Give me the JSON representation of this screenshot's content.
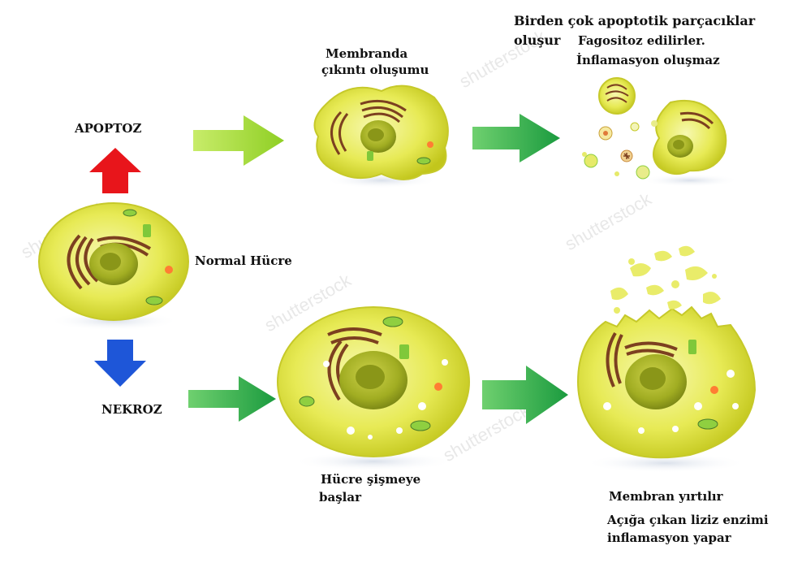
{
  "labels": {
    "apoptoz": "APOPTOZ",
    "nekroz": "NEKROZ",
    "normal_cell": "Normal Hücre",
    "membrane_blebbing_1": "Membranda",
    "membrane_blebbing_2": "çıkıntı oluşumu",
    "fragments_1": "Birden çok apoptotik parçacıklar",
    "fragments_2": "oluşur",
    "phago_1": "Fagositoz edilirler.",
    "phago_2": "İnflamasyon oluşmaz",
    "swelling_1": "Hücre şişmeye",
    "swelling_2": "başlar",
    "rupture": "Membran yırtılır",
    "enzyme_1": "Açığa çıkan liziz enzimi",
    "enzyme_2": "inflamasyon yapar"
  },
  "colors": {
    "apoptoz_arrow": "#e8151b",
    "nekroz_arrow": "#1e56d8",
    "light_green_arrow": "#a6d93a",
    "green_arrow": "#26a94a",
    "cell_fill": "#e6e84a",
    "cell_edge": "#c9c92a",
    "nucleus": "#a7b327",
    "er": "#8a4a2a"
  }
}
